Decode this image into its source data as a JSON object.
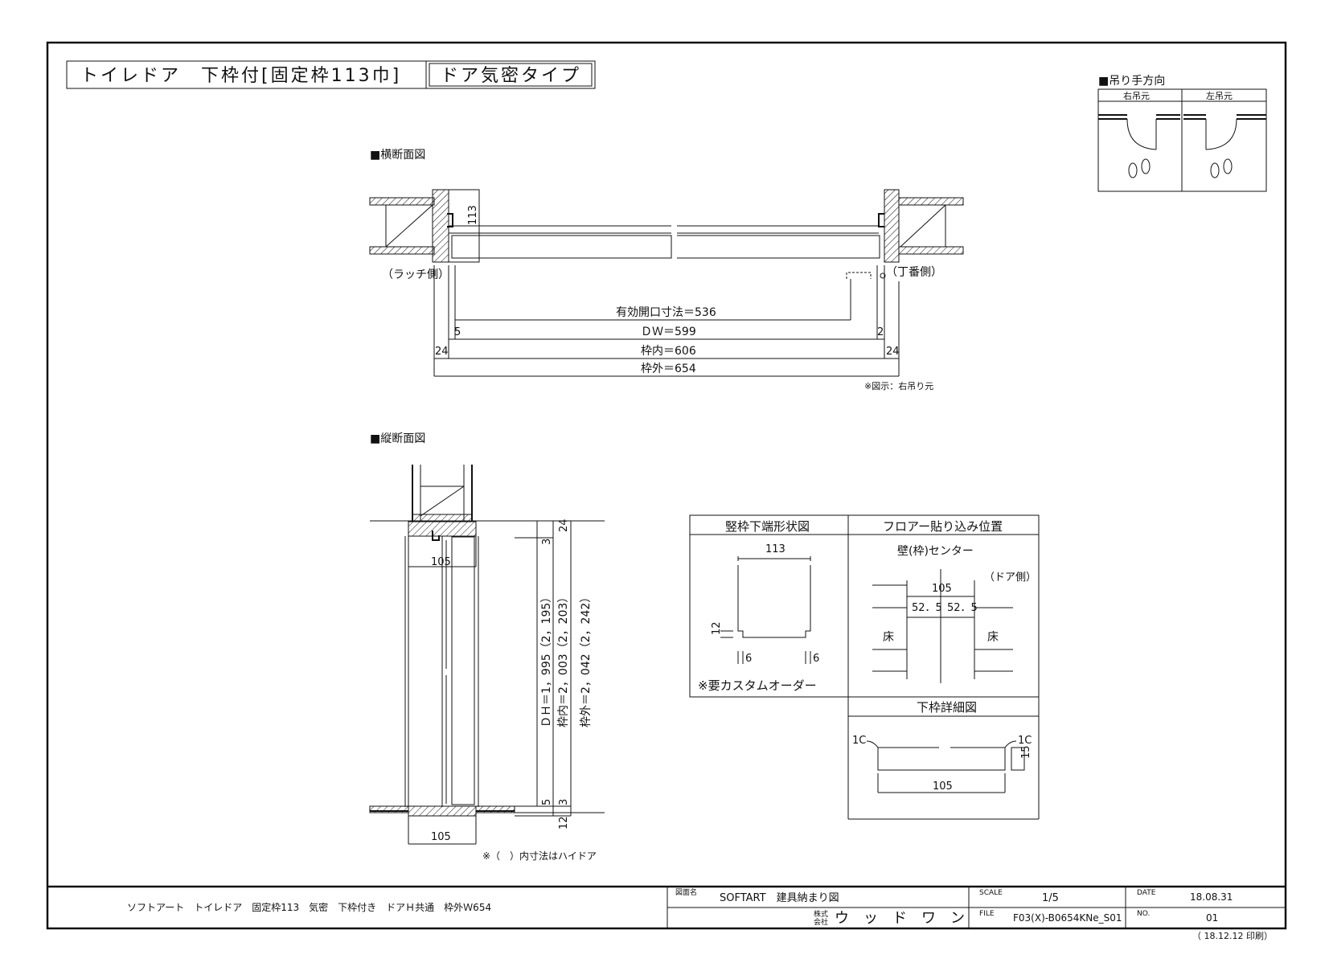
{
  "title": {
    "main": "トイレドア　下枠付[固定枠113巾]",
    "type": "ドア気密タイプ"
  },
  "hanging": {
    "heading": "■吊り手方向",
    "right_label": "右吊元",
    "left_label": "左吊元"
  },
  "horizontal_section": {
    "heading": "■横断面図",
    "latch_side": "（ラッチ側）",
    "hinge_side": "（丁番側）",
    "frame_depth": "113",
    "effective_opening": "有効開口寸法＝536",
    "dw": "ＤＷ＝599",
    "frame_inner": "枠内＝606",
    "frame_outer": "枠外＝654",
    "gap_left": "5",
    "gap_right": "2",
    "frame_left": "24",
    "frame_right": "24",
    "note": "※図示：右吊り元"
  },
  "vertical_section": {
    "heading": "■縦断面図",
    "top_width": "105",
    "bottom_width": "105",
    "dim_top_frame": "24",
    "dim_top_gap": "3",
    "dh": "ＤＨ＝1，995（2，195）",
    "frame_inner": "枠内＝2，003（2，203）",
    "frame_outer": "枠外＝2，042（2，242）",
    "dim_bottom_gap": "5",
    "dim_bottom_3": "3",
    "dim_bottom_12": "12",
    "note": "※（　）内寸法はハイドア"
  },
  "detail_box": {
    "jamb_title": "竪枠下端形状図",
    "jamb_width": "113",
    "jamb_notch_h": "12",
    "jamb_notch_w_left": "6",
    "jamb_notch_w_right": "6",
    "custom_note": "※要カスタムオーダー",
    "floor_title": "フロアー貼り込み位置",
    "wall_center": "壁(枠)センター",
    "door_side": "（ドア側）",
    "floor_width": "105",
    "half_left": "52．5",
    "half_right": "52．5",
    "floor_left": "床",
    "floor_right": "床",
    "sill_title": "下枠詳細図",
    "chamfer_left": "1C",
    "chamfer_right": "1C",
    "sill_height": "15",
    "sill_width": "105"
  },
  "footer": {
    "description": "ソフトアート　トイレドア　固定枠113　気密　下枠付き　ドアＨ共通　枠外Ｗ654",
    "drawing_name_label": "図面名",
    "drawing_name": "SOFTART　建具納まり図",
    "company_label_1": "株式",
    "company_label_2": "会社",
    "company": "ウ　ッ　ド　ワ　ン",
    "scale_label": "SCALE",
    "scale": "1/5",
    "file_label": "FILE",
    "file": "F03(X)-B0654KNe_S01",
    "date_label": "DATE",
    "date": "18.08.31",
    "no_label": "NO.",
    "no": "01",
    "printed": "（ 18.12.12 印刷）"
  }
}
